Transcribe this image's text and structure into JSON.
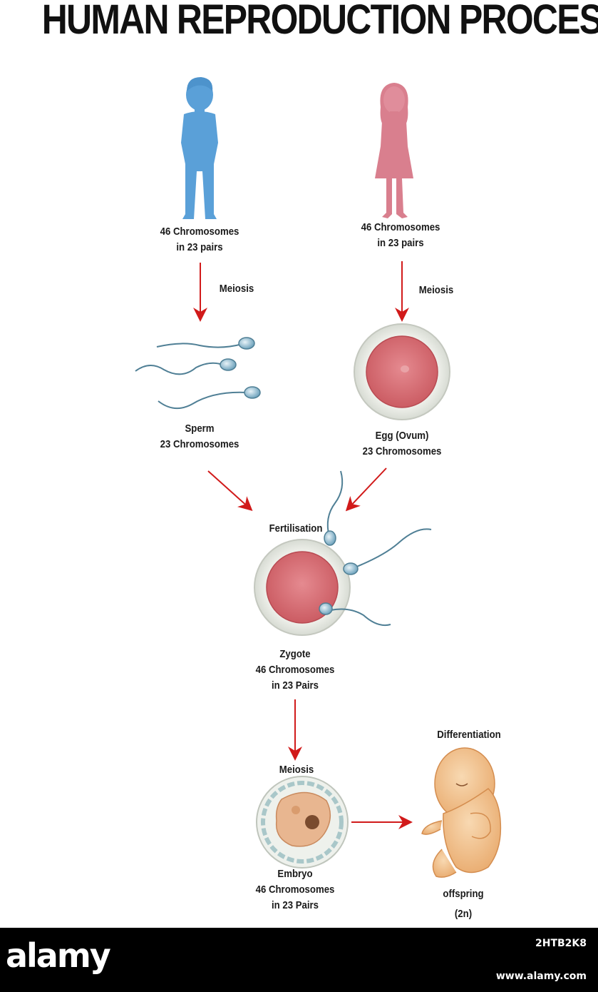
{
  "title": "HUMAN REPRODUCTION PROCESS",
  "colors": {
    "male": "#5aa0d8",
    "female": "#d97f8e",
    "arrow": "#d11a1a",
    "cell_fill": "#d8727a",
    "cell_ring": "#e4e8e2",
    "fetus": "#f1c08a",
    "footer": "#000000"
  },
  "male": {
    "icon": "boy-silhouette-icon",
    "line1": "46 Chromosomes",
    "line2": "in 23 pairs"
  },
  "female": {
    "icon": "girl-silhouette-icon",
    "line1": "46 Chromosomes",
    "line2": "in 23 pairs"
  },
  "meiosis_left": "Meiosis",
  "meiosis_right": "Meiosis",
  "sperm": {
    "line1": "Sperm",
    "line2": "23 Chromosomes"
  },
  "egg": {
    "line1": "Egg (Ovum)",
    "line2": "23 Chromosomes"
  },
  "fertilisation": "Fertilisation",
  "zygote": {
    "line1": "Zygote",
    "line2": "46 Chromosomes",
    "line3": "in 23 Pairs"
  },
  "meiosis_bottom": "Meiosis",
  "embryo": {
    "line1": "Embryo",
    "line2": "46 Chromosomes",
    "line3": "in 23 Pairs"
  },
  "differentiation": "Differentiation",
  "offspring": {
    "line1": "offspring",
    "line2": "(2n)"
  },
  "footer": {
    "wordmark": "alamy",
    "image_id": "2HTB2K8",
    "url": "www.alamy.com"
  }
}
